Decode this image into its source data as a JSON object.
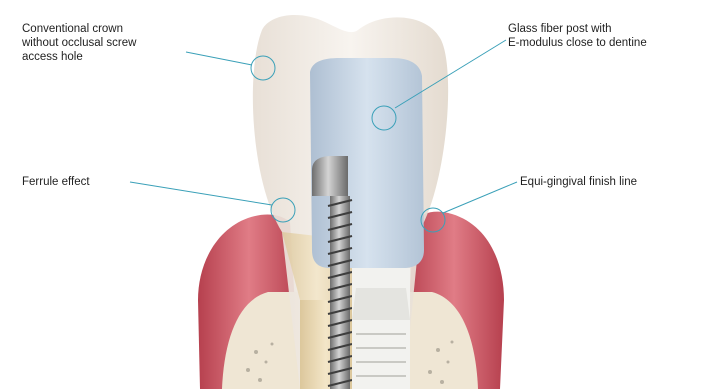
{
  "labels": {
    "crown": [
      "Conventional crown",
      "without occlusal screw",
      "access hole"
    ],
    "post": [
      "Glass fiber post with",
      "E-modulus close to dentine"
    ],
    "ferrule": [
      "Ferrule effect"
    ],
    "finish_line": [
      "Equi-gingival finish line"
    ]
  },
  "colors": {
    "leader_line": "#3aa0b8",
    "gum": "#c84c5a",
    "crown": "#efe9e2",
    "post": "#c7d6e6",
    "root": "#ecdcb8",
    "bone": "#efe6d4",
    "implant_metal": "#8a8a8a"
  }
}
